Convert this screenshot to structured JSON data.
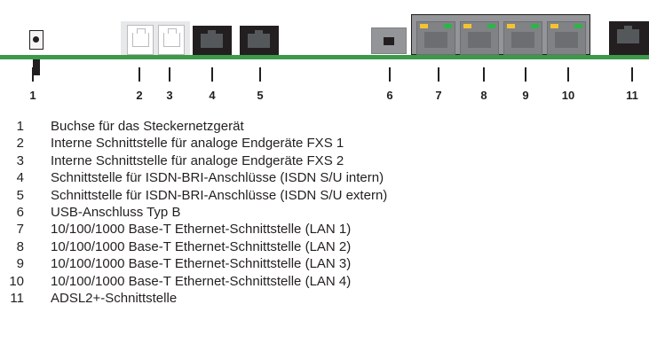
{
  "ports": [
    {
      "number": "1",
      "label": "Buchse für das Steckernetzgerät"
    },
    {
      "number": "2",
      "label": "Interne Schnittstelle für analoge Endgeräte FXS 1"
    },
    {
      "number": "3",
      "label": "Interne Schnittstelle für analoge Endgeräte FXS 2"
    },
    {
      "number": "4",
      "label": "Schnittstelle für ISDN-BRI-Anschlüsse (ISDN S/U intern)"
    },
    {
      "number": "5",
      "label": "Schnittstelle für ISDN-BRI-Anschlüsse (ISDN S/U extern)"
    },
    {
      "number": "6",
      "label": "USB-Anschluss Typ B"
    },
    {
      "number": "7",
      "label": "10/100/1000 Base-T Ethernet-Schnittstelle (LAN 1)"
    },
    {
      "number": "8",
      "label": "10/100/1000 Base-T Ethernet-Schnittstelle (LAN 2)"
    },
    {
      "number": "9",
      "label": "10/100/1000 Base-T Ethernet-Schnittstelle (LAN 3)"
    },
    {
      "number": "10",
      "label": "10/100/1000 Base-T Ethernet-Schnittstelle (LAN 4)"
    },
    {
      "number": "11",
      "label": "ADSL2+-Schnittstelle"
    }
  ],
  "colors": {
    "pcb": "#3a9a48",
    "connector_black": "#231f20",
    "connector_grey": "#939598",
    "led_yellow": "#f4c430",
    "led_green": "#2fb34a"
  }
}
